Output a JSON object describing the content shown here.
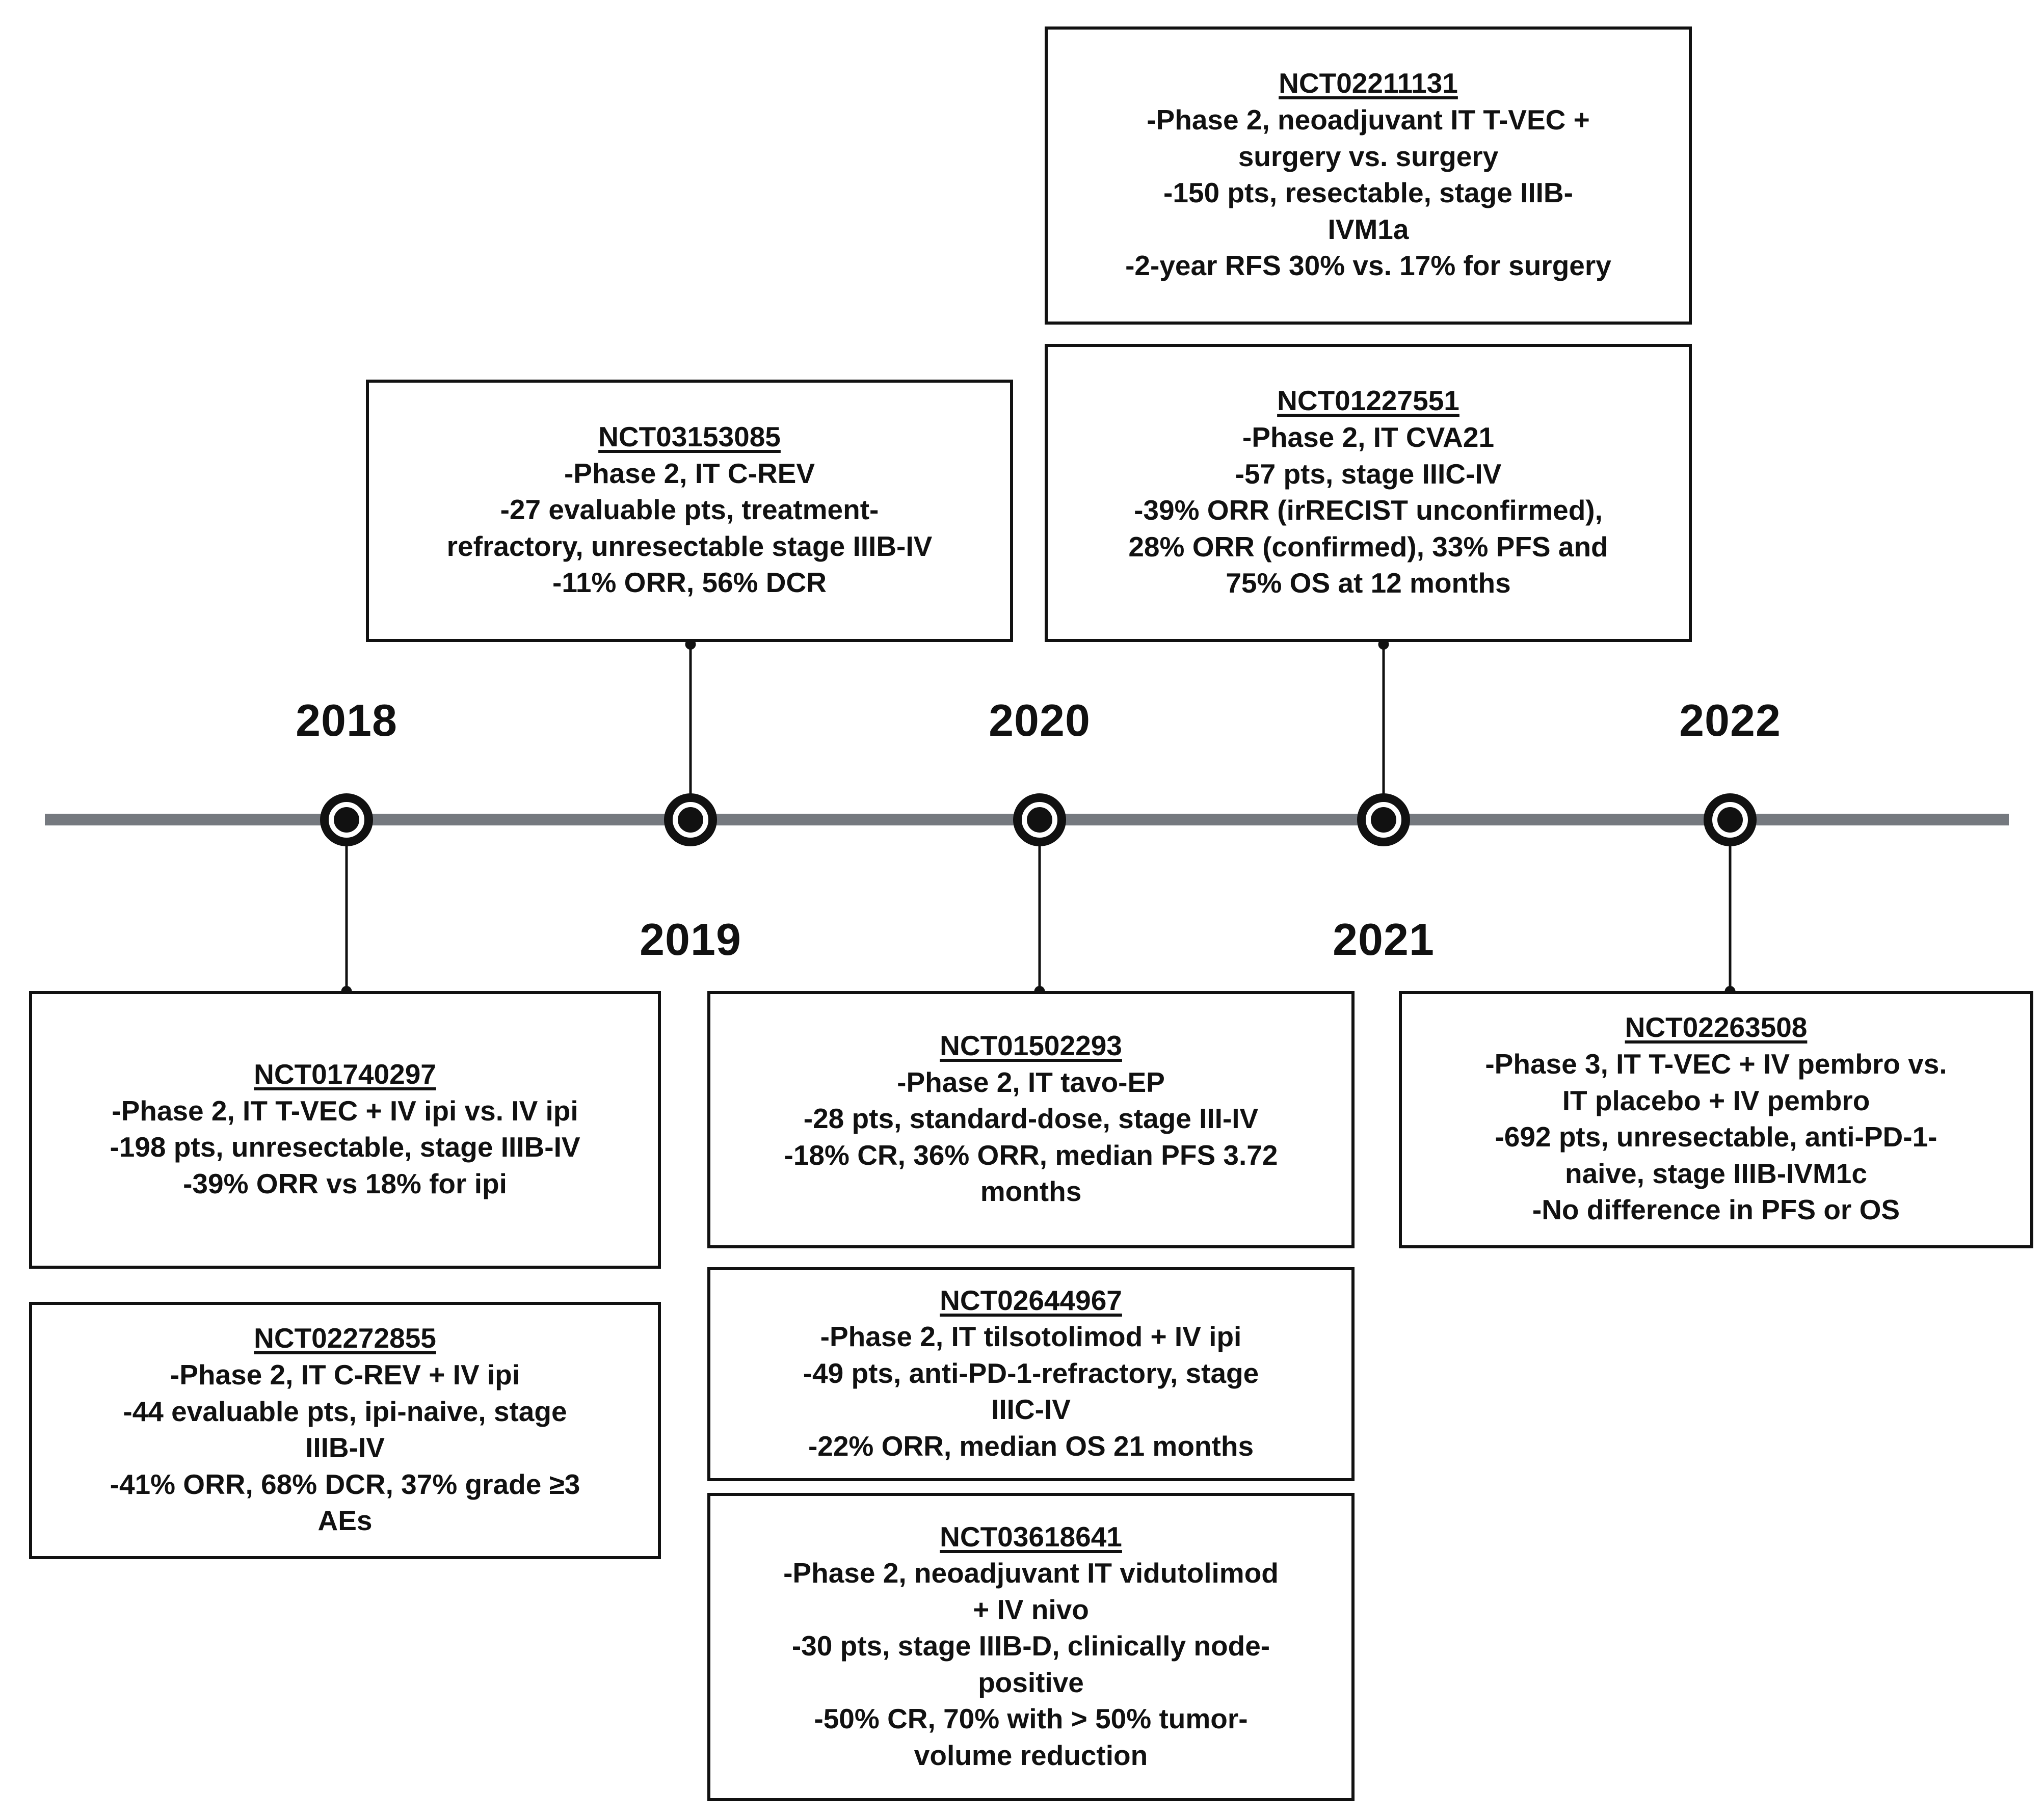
{
  "figure": {
    "type": "timeline",
    "orientation": "horizontal",
    "colors": {
      "axis_line": "#75797f",
      "marker": "#111111",
      "box_border": "#111111",
      "text": "#111111",
      "background": "#ffffff"
    }
  },
  "timeline": {
    "years": [
      {
        "label": "2018",
        "position": "above"
      },
      {
        "label": "2019",
        "position": "below"
      },
      {
        "label": "2020",
        "position": "above"
      },
      {
        "label": "2021",
        "position": "below"
      },
      {
        "label": "2022",
        "position": "above"
      }
    ]
  },
  "studies": [
    {
      "id": "nct02211131",
      "title": "NCT02211131",
      "lines": [
        "-Phase 2, neoadjuvant IT T-VEC +",
        "surgery vs. surgery",
        "-150 pts, resectable, stage IIIB-",
        "IVM1a",
        "-2-year RFS 30% vs. 17% for surgery"
      ]
    },
    {
      "id": "nct01227551",
      "title": "NCT01227551",
      "lines": [
        "-Phase 2, IT CVA21",
        "-57 pts, stage IIIC-IV",
        "-39% ORR (irRECIST unconfirmed),",
        "28% ORR (confirmed), 33% PFS and",
        "75% OS at 12 months"
      ]
    },
    {
      "id": "nct03153085",
      "title": "NCT03153085",
      "lines": [
        "-Phase 2, IT C-REV",
        "-27 evaluable pts, treatment-",
        "refractory, unresectable stage IIIB-IV",
        "-11% ORR, 56% DCR"
      ]
    },
    {
      "id": "nct01740297",
      "title": "NCT01740297",
      "lines": [
        "-Phase 2, IT T-VEC + IV ipi vs. IV ipi",
        "-198 pts, unresectable, stage IIIB-IV",
        "-39% ORR vs 18% for ipi"
      ]
    },
    {
      "id": "nct02272855",
      "title": "NCT02272855",
      "lines": [
        "-Phase 2, IT C-REV + IV ipi",
        "-44 evaluable pts, ipi-naive, stage",
        "IIIB-IV",
        "-41% ORR, 68% DCR, 37% grade ≥3",
        "AEs"
      ]
    },
    {
      "id": "nct01502293",
      "title": "NCT01502293",
      "lines": [
        "-Phase 2, IT tavo-EP",
        "-28 pts, standard-dose, stage III-IV",
        "-18% CR, 36% ORR, median PFS 3.72",
        "months"
      ]
    },
    {
      "id": "nct02644967",
      "title": "NCT02644967",
      "lines": [
        "-Phase 2, IT tilsotolimod + IV ipi",
        "-49 pts, anti-PD-1-refractory, stage",
        "IIIC-IV",
        "-22% ORR, median OS 21 months"
      ]
    },
    {
      "id": "nct03618641",
      "title": "NCT03618641",
      "lines": [
        "-Phase 2, neoadjuvant IT vidutolimod",
        "+ IV nivo",
        "-30 pts, stage IIIB-D, clinically node-",
        "positive",
        "-50% CR, 70% with > 50% tumor-",
        "volume reduction"
      ]
    },
    {
      "id": "nct02263508",
      "title": "NCT02263508",
      "lines": [
        "-Phase 3, IT T-VEC + IV pembro vs.",
        "IT placebo + IV pembro",
        "-692 pts, unresectable, anti-PD-1-",
        "naive, stage IIIB-IVM1c",
        "-No difference in PFS or OS"
      ]
    }
  ]
}
